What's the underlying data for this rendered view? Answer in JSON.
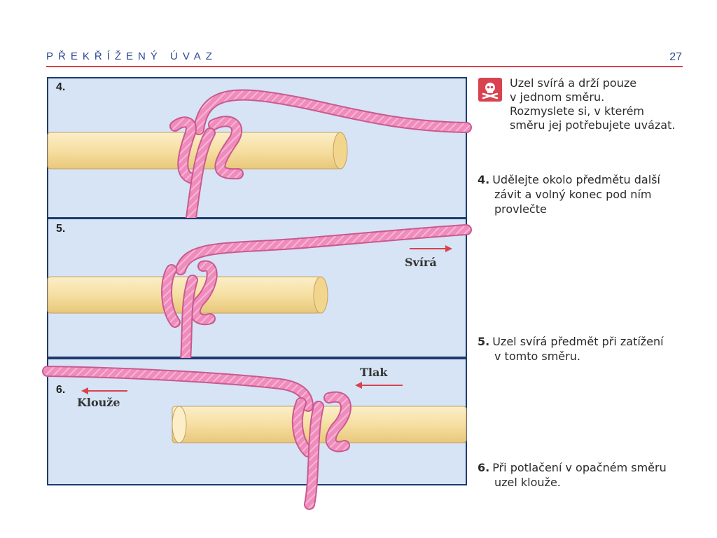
{
  "header": {
    "title": "PŘEKŘÍŽENÝ ÚVAZ",
    "page_number": "27"
  },
  "panels": [
    {
      "label": "4."
    },
    {
      "label": "5.",
      "arrow_label": "Svírá"
    },
    {
      "label": "6.",
      "arrow_left_label": "Klouže",
      "arrow_right_label": "Tlak"
    }
  ],
  "warning": {
    "icon": "skull-crossbones-icon",
    "lines": [
      "Uzel svírá a drží pouze",
      "v jednom směru.",
      "Rozmyslete si, v kterém",
      "směru jej potřebujete uvázat."
    ]
  },
  "steps": [
    {
      "num": "4.",
      "lines": [
        "Udělejte okolo předmětu další",
        "závit a volný konec pod ním",
        "provlečte"
      ]
    },
    {
      "num": "5.",
      "lines": [
        "Uzel svírá předmět při zatížení",
        "v tomto směru."
      ]
    },
    {
      "num": "6.",
      "lines": [
        "Při potlačení v opačném směru",
        "uzel klouže."
      ]
    }
  ],
  "colors": {
    "accent_rule": "#d8434f",
    "title_blue": "#2c4a8f",
    "panel_bg": "#d6e4f5",
    "panel_border": "#1e3a6e",
    "rope": "#ef8cbc",
    "rope_dark": "#c95a90",
    "pole": "#f6dfa2",
    "arrow": "#d8434f"
  }
}
